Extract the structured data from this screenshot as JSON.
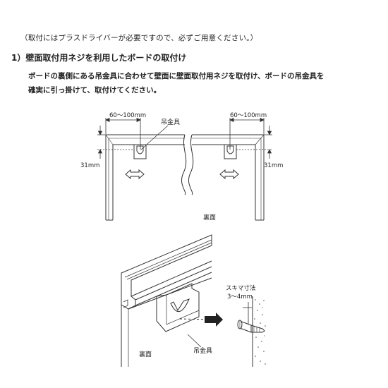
{
  "note": "（取付にはプラスドライバーが必要ですので、必ずご用意ください。）",
  "heading": "1）壁面取付用ネジを利用したボードの取付け",
  "paragraph": [
    "ボードの裏側にある吊金具に合わせて壁面に壁面取付用ネジを取付け、ボードの吊金具を",
    "確実に引っ掛けて、取付けてください。"
  ],
  "diagram_top": {
    "dim_left": "60～100mm",
    "dim_right": "60～100mm",
    "hanger_label": "吊金具",
    "height_left": "31mm",
    "height_right": "31mm",
    "back_label": "裏面"
  },
  "diagram_bottom": {
    "gap_label": "スキマ寸法",
    "gap_value": "3～4mm",
    "back_label": "裏面",
    "hanger_label": "吊金具"
  }
}
